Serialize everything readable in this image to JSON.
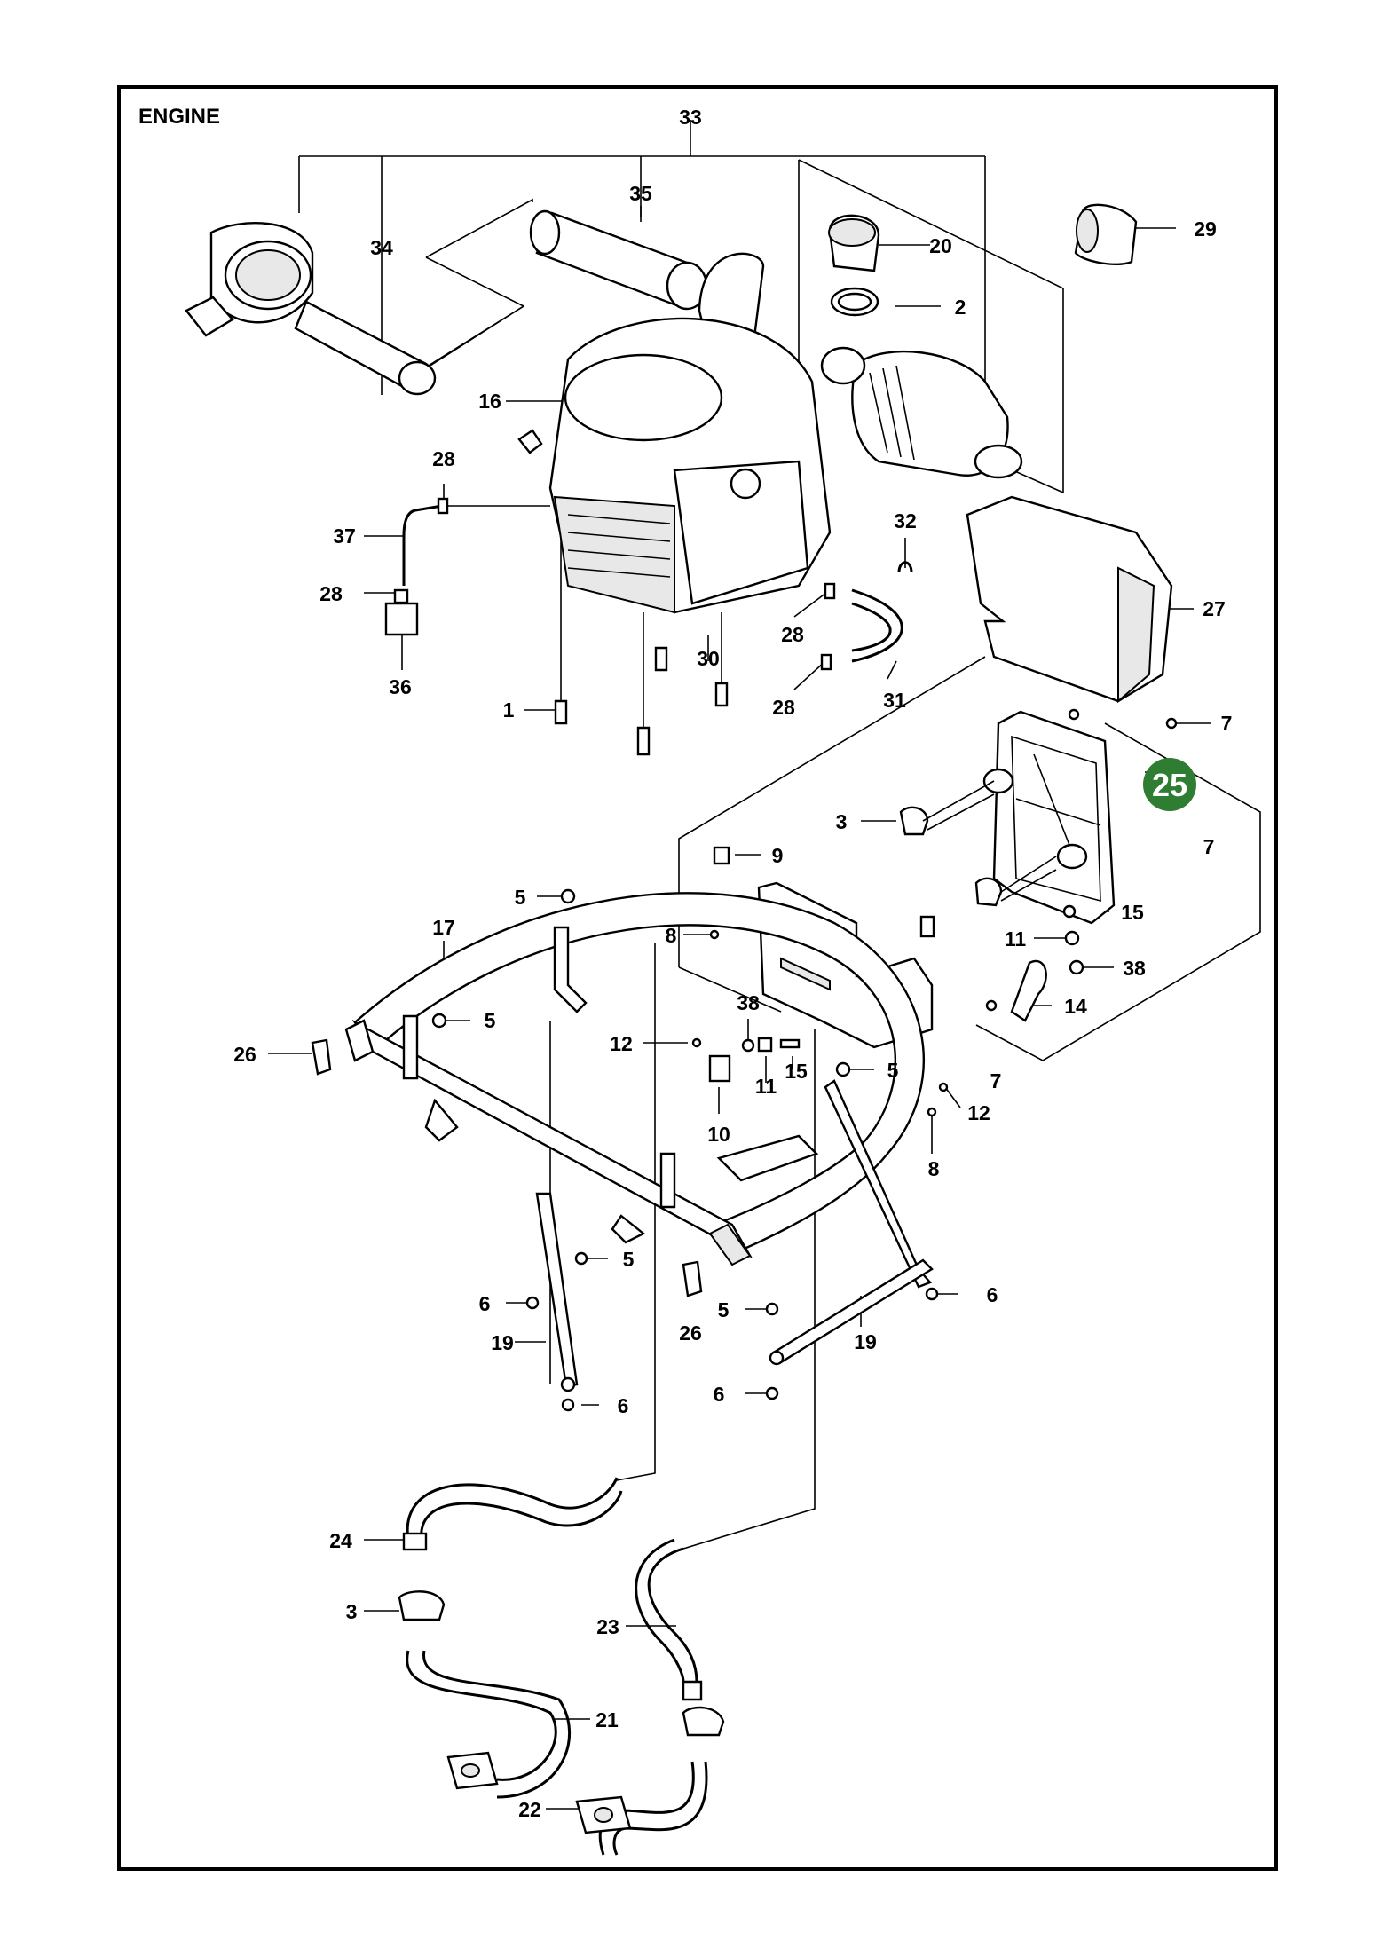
{
  "title": "ENGINE",
  "highlight": {
    "label": "25",
    "color": "#2e7d32"
  },
  "callouts": {
    "c33": "33",
    "c35": "35",
    "c34": "34",
    "c20": "20",
    "c2": "2",
    "c29": "29",
    "c16": "16",
    "c28a": "28",
    "c37": "37",
    "c28b": "28",
    "c36": "36",
    "c32": "32",
    "c28c": "28",
    "c30": "30",
    "c27": "27",
    "c28d": "28",
    "c31": "31",
    "c1": "1",
    "c7a": "7",
    "c3a": "3",
    "c7b": "7",
    "c9": "9",
    "c5a": "5",
    "c17": "17",
    "c8a": "8",
    "c15a": "15",
    "c11a": "11",
    "c38a": "38",
    "c38b": "38",
    "c14": "14",
    "c5b": "5",
    "c26a": "26",
    "c12a": "12",
    "c11b": "11",
    "c15b": "15",
    "c5c": "5",
    "c7c": "7",
    "c12b": "12",
    "c10": "10",
    "c8b": "8",
    "c5d": "5",
    "c6a": "6",
    "c26b": "26",
    "c5e": "5",
    "c6b": "6",
    "c19a": "19",
    "c19b": "19",
    "c6c": "6",
    "c6d": "6",
    "c24": "24",
    "c3b": "3",
    "c23": "23",
    "c21": "21",
    "c22": "22"
  }
}
